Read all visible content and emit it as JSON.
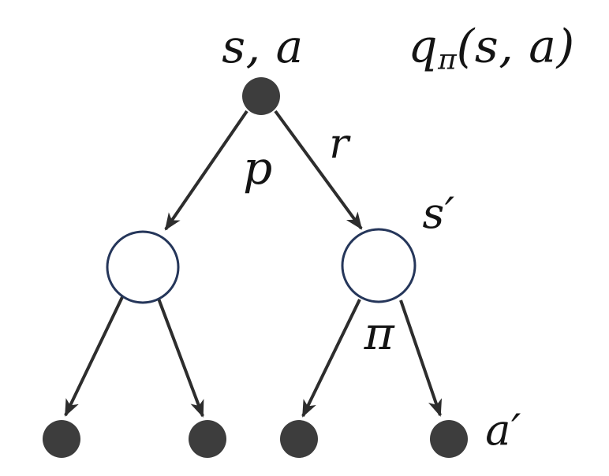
{
  "diagram": {
    "type": "rl-backup-diagram-tree",
    "colors": {
      "background": "#ffffff",
      "node_fill": "#3d3d3d",
      "state_stroke": "#25365a",
      "edge": "#2d2d2d",
      "text": "#141414"
    },
    "labels": {
      "root_state_action": "s, a",
      "value_function": {
        "base": "q",
        "subscript": "π",
        "args": "(s, a)"
      },
      "probability": "p",
      "reward": "r",
      "next_state": "s′",
      "policy": "π",
      "next_action": "a′"
    }
  }
}
